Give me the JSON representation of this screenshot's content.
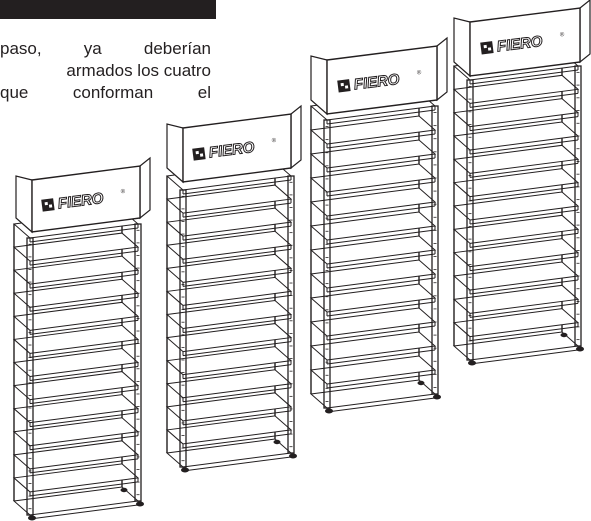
{
  "header": {
    "bar_color": "#231f20"
  },
  "paragraph": {
    "lines": [
      "paso, ya deberían",
      "armados los cuatro",
      "que conforman el"
    ]
  },
  "brand": {
    "name": "FIERO",
    "registered": "®"
  },
  "colors": {
    "ink": "#231f20",
    "paper": "#ffffff"
  },
  "icons": [
    "brand-logo-icon"
  ]
}
